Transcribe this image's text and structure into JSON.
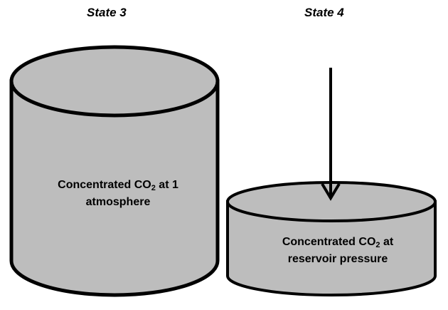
{
  "states": {
    "state3_title": "State 3",
    "state4_title": "State 4"
  },
  "cylinder_large": {
    "line1_pre": "Concentrated CO",
    "line1_sub": "2",
    "line1_post": " at 1",
    "line2": "atmosphere"
  },
  "cylinder_small": {
    "line1_pre": "Concentrated CO",
    "line1_sub": "2",
    "line1_post": " at",
    "line2": "reservoir pressure"
  },
  "colors": {
    "cylinder_fill": "#bdbdbd",
    "outline": "#000000",
    "background": "#ffffff"
  },
  "icons": {
    "arrow": "down-arrow-icon"
  }
}
